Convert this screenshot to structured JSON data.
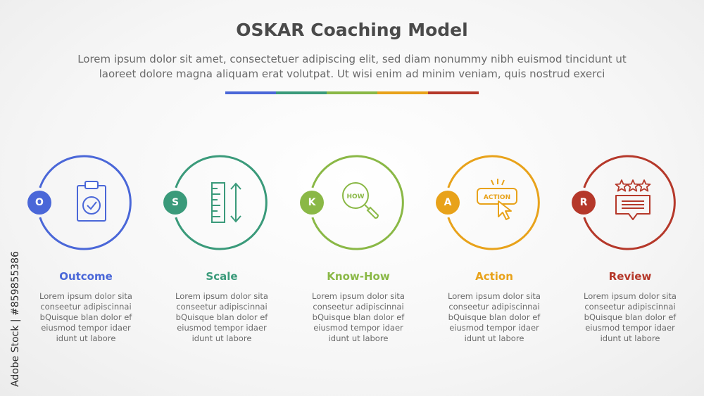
{
  "title": "OSKAR Coaching Model",
  "subtitle_line1": "Lorem ipsum dolor sit amet, consectetuer adipiscing elit, sed diam nonummy nibh euismod tincidunt ut",
  "subtitle_line2": "laoreet dolore magna aliquam erat volutpat. Ut wisi enim ad minim veniam, quis nostrud exerci",
  "colors": {
    "blue": "#4a67d8",
    "teal": "#3a9a7a",
    "lime": "#8ab846",
    "orange": "#e8a21a",
    "red": "#b5382a"
  },
  "steps": [
    {
      "letter": "O",
      "title": "Outcome",
      "icon": "clipboard-check-icon",
      "desc": [
        "Lorem ipsum dolor sita",
        "conseetur adipiscinnai",
        "bQuisque blan dolor ef",
        "eiusmod tempor idaer",
        "idunt ut labore"
      ]
    },
    {
      "letter": "S",
      "title": "Scale",
      "icon": "ruler-icon",
      "desc": [
        "Lorem ipsum dolor sita",
        "conseetur adipiscinnai",
        "bQuisque blan dolor ef",
        "eiusmod tempor idaer",
        "idunt ut labore"
      ]
    },
    {
      "letter": "K",
      "title": "Know-How",
      "icon": "magnifier-icon",
      "icon_text": "HOW",
      "desc": [
        "Lorem ipsum dolor sita",
        "conseetur adipiscinnai",
        "bQuisque blan dolor ef",
        "eiusmod tempor idaer",
        "idunt ut labore"
      ]
    },
    {
      "letter": "A",
      "title": "Action",
      "icon": "action-button-cursor-icon",
      "icon_text": "ACTION",
      "desc": [
        "Lorem ipsum dolor sita",
        "conseetur adipiscinnai",
        "bQuisque blan dolor ef",
        "eiusmod tempor idaer",
        "idunt ut labore"
      ]
    },
    {
      "letter": "R",
      "title": "Review",
      "icon": "review-stars-icon",
      "desc": [
        "Lorem ipsum dolor sita",
        "conseetur adipiscinnai",
        "bQuisque blan dolor ef",
        "eiusmod tempor idaer",
        "idunt ut labore"
      ]
    }
  ],
  "watermark": "Adobe Stock | #859855386"
}
